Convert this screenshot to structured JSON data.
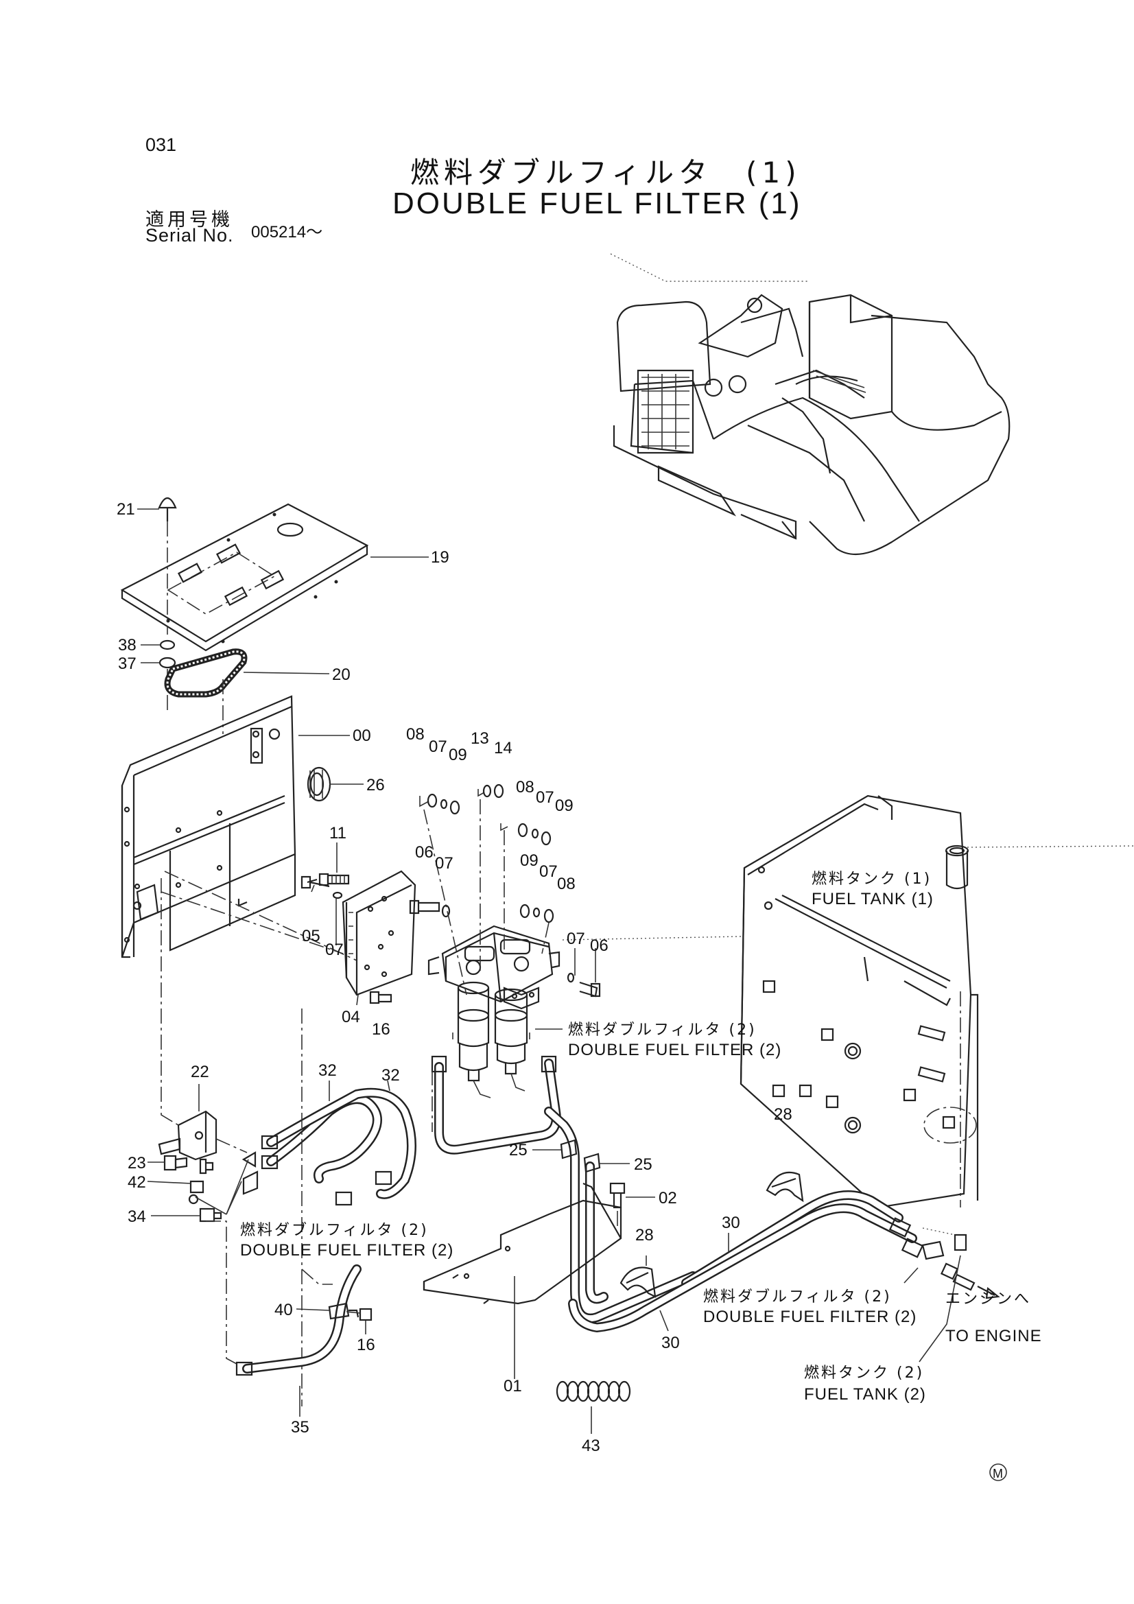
{
  "header": {
    "page_number": "031",
    "title_jp": "燃料ダブルフィルタ　(1)",
    "title_en": "DOUBLE FUEL FILTER (1)",
    "serial_label_jp": "適用号機",
    "serial_label_en": "Serial No.",
    "serial_value": "005214～"
  },
  "callouts": [
    "21",
    "19",
    "38",
    "37",
    "20",
    "00",
    "26",
    "08",
    "07",
    "09",
    "13",
    "14",
    "08",
    "07",
    "09",
    "11",
    "06",
    "07",
    "09",
    "07",
    "08",
    "05",
    "07",
    "07",
    "06",
    "04",
    "16",
    "22",
    "32",
    "32",
    "25",
    "25",
    "02",
    "28",
    "30",
    "28",
    "23",
    "42",
    "34",
    "40",
    "16",
    "35",
    "01",
    "30",
    "43"
  ],
  "notes": {
    "fuel_tank_1_jp": "燃料タンク (1)",
    "fuel_tank_1_en": "FUEL TANK (1)",
    "dff2_a_jp": "燃料ダブルフィルタ (2)",
    "dff2_a_en": "DOUBLE FUEL FILTER (2)",
    "dff2_b_jp": "燃料ダブルフィルタ (2)",
    "dff2_b_en": "DOUBLE FUEL FILTER (2)",
    "dff2_c_jp": "燃料ダブルフィルタ (2)",
    "dff2_c_en": "DOUBLE FUEL FILTER (2)",
    "to_engine_jp": "エンジンへ",
    "to_engine_en": "TO ENGINE",
    "fuel_tank_2_jp": "燃料タンク (2)",
    "fuel_tank_2_en": "FUEL TANK (2)",
    "mark": "M"
  }
}
